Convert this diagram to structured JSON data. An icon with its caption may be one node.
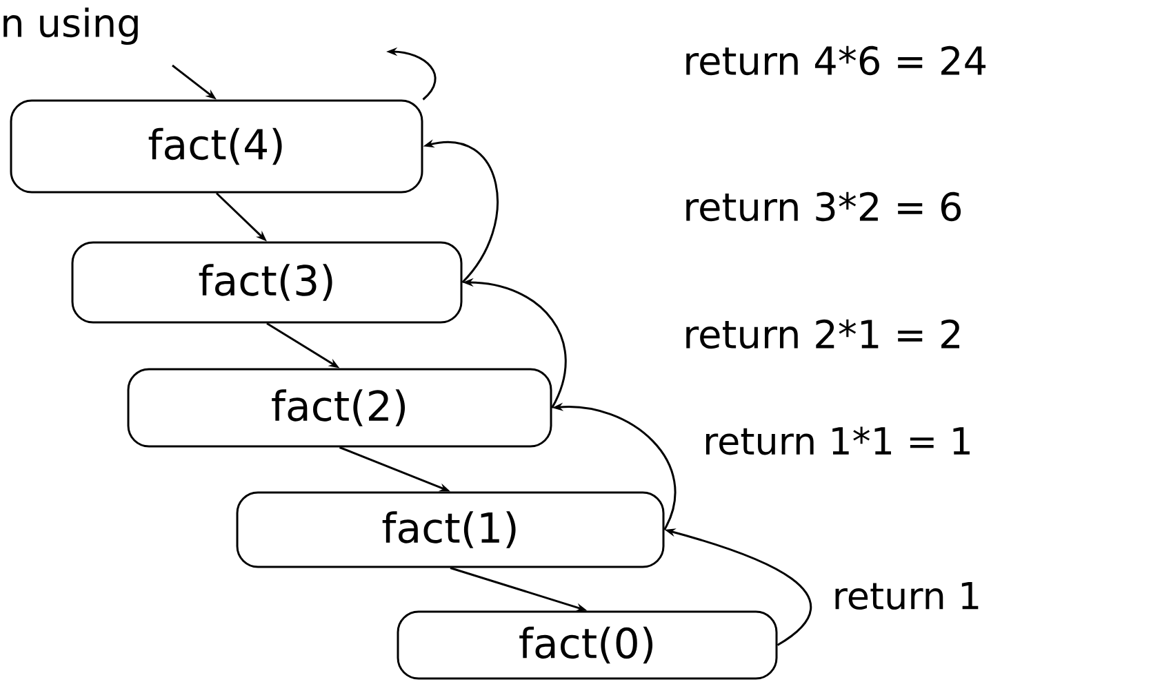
{
  "diagram": {
    "nodes": [
      {
        "text": [
          "fact(4)"
        ]
      },
      {
        "text": [
          "fact(3)"
        ]
      },
      {
        "text": [
          "fact(2)"
        ]
      },
      {
        "text": [
          "fact(1)"
        ]
      },
      {
        "text": [
          "fact(0)"
        ]
      }
    ],
    "edges": [
      {
        "from": 0,
        "to": 1,
        "arrow": "to"
      },
      {
        "from": 1,
        "to": 2,
        "arrow": "to"
      },
      {
        "from": 2,
        "to": 3,
        "arrow": "to"
      },
      {
        "from": 3,
        "to": 4,
        "arrow": "to"
      },
      {
        "from": 4,
        "to": 3,
        "arrow": "to",
        "label": "return 1"
      },
      {
        "from": 3,
        "to": 2,
        "arrow": "to",
        "label": "return 1*1 = 1"
      },
      {
        "from": 2,
        "to": 1,
        "arrow": "to"
      },
      {
        "from": 1,
        "to": 0,
        "arrow": "to"
      },
      {
        "from": 0,
        "to": null,
        "arrow": "to"
      },
      {
        "from": null,
        "to": 0,
        "arrow": "to"
      }
    ],
    "labels": [
      "n using",
      "return 4*6 = 24",
      "return 3*2 = 6",
      "return 2*1 = 2"
    ]
  }
}
